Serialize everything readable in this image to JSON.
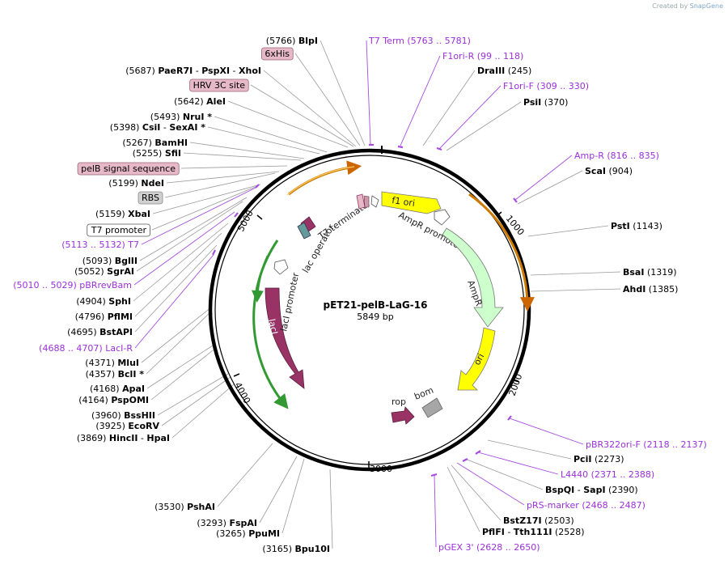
{
  "app": {
    "credit_prefix": "Created by",
    "credit_brand": "SnapGene"
  },
  "plasmid": {
    "name": "pET21-pelB-LaG-16",
    "length_label": "5849 bp",
    "length": 5849
  },
  "ruler_ticks": [
    "1000",
    "2000",
    "3000",
    "4000",
    "5000"
  ],
  "right_labels": [
    {
      "name": "T7 Term",
      "pos": "(5763 .. 5781)",
      "kind": "primer"
    },
    {
      "name": "F1ori-R",
      "pos": "(99 .. 118)",
      "kind": "primer"
    },
    {
      "name": "DraIII",
      "pos": "(245)",
      "kind": "site"
    },
    {
      "name": "F1ori-F",
      "pos": "(309 .. 330)",
      "kind": "primer"
    },
    {
      "name": "PsiI",
      "pos": "(370)",
      "kind": "site"
    },
    {
      "name": "Amp-R",
      "pos": "(816 .. 835)",
      "kind": "primer"
    },
    {
      "name": "ScaI",
      "pos": "(904)",
      "kind": "site"
    },
    {
      "name": "PstI",
      "pos": "(1143)",
      "kind": "site"
    },
    {
      "name": "BsaI",
      "pos": "(1319)",
      "kind": "site"
    },
    {
      "name": "AhdI",
      "pos": "(1385)",
      "kind": "site"
    },
    {
      "name": "pBR322ori-F",
      "pos": "(2118 .. 2137)",
      "kind": "primer"
    },
    {
      "name": "PciI",
      "pos": "(2273)",
      "kind": "site"
    },
    {
      "name": "L4440",
      "pos": "(2371 .. 2388)",
      "kind": "primer"
    },
    {
      "name": "BspQI - SapI",
      "pos": "(2390)",
      "kind": "site"
    },
    {
      "name": "pRS-marker",
      "pos": "(2468 .. 2487)",
      "kind": "primer"
    },
    {
      "name": "BstZ17I",
      "pos": "(2503)",
      "kind": "site"
    },
    {
      "name": "PflFI - Tth111I",
      "pos": "(2528)",
      "kind": "site"
    },
    {
      "name": "pGEX 3'",
      "pos": "(2628 .. 2650)",
      "kind": "primer"
    }
  ],
  "left_labels": [
    {
      "name": "BlpI",
      "pos": "(5766)",
      "kind": "site"
    },
    {
      "name": "6xHis",
      "pos": "",
      "kind": "feature-box"
    },
    {
      "name": "PaeR7I - PspXI - XhoI",
      "pos": "(5687)",
      "kind": "site"
    },
    {
      "name": "HRV 3C site",
      "pos": "",
      "kind": "feature-box"
    },
    {
      "name": "AleI",
      "pos": "(5642)",
      "kind": "site"
    },
    {
      "name": "NruI *",
      "pos": "(5493)",
      "kind": "site"
    },
    {
      "name": "CsiI - SexAI *",
      "pos": "(5398)",
      "kind": "site"
    },
    {
      "name": "BamHI",
      "pos": "(5267)",
      "kind": "site"
    },
    {
      "name": "SfiI",
      "pos": "(5255)",
      "kind": "site"
    },
    {
      "name": "pelB signal sequence",
      "pos": "",
      "kind": "feature-box"
    },
    {
      "name": "NdeI",
      "pos": "(5199)",
      "kind": "site"
    },
    {
      "name": "RBS",
      "pos": "",
      "kind": "feature-box-gray"
    },
    {
      "name": "XbaI",
      "pos": "(5159)",
      "kind": "site"
    },
    {
      "name": "T7 promoter",
      "pos": "",
      "kind": "feature-box-white"
    },
    {
      "name": "T7",
      "pos": "(5113 .. 5132)",
      "kind": "primer"
    },
    {
      "name": "BglII",
      "pos": "(5093)",
      "kind": "site"
    },
    {
      "name": "SgrAI",
      "pos": "(5052)",
      "kind": "site"
    },
    {
      "name": "pBRrevBam",
      "pos": "(5010 .. 5029)",
      "kind": "primer"
    },
    {
      "name": "SphI",
      "pos": "(4904)",
      "kind": "site"
    },
    {
      "name": "PflMI",
      "pos": "(4796)",
      "kind": "site"
    },
    {
      "name": "BstAPI",
      "pos": "(4695)",
      "kind": "site"
    },
    {
      "name": "LacI-R",
      "pos": "(4688 .. 4707)",
      "kind": "primer"
    },
    {
      "name": "MluI",
      "pos": "(4371)",
      "kind": "site"
    },
    {
      "name": "BclI *",
      "pos": "(4357)",
      "kind": "site"
    },
    {
      "name": "ApaI",
      "pos": "(4168)",
      "kind": "site"
    },
    {
      "name": "PspOMI",
      "pos": "(4164)",
      "kind": "site"
    },
    {
      "name": "BssHII",
      "pos": "(3960)",
      "kind": "site"
    },
    {
      "name": "EcoRV",
      "pos": "(3925)",
      "kind": "site"
    },
    {
      "name": "HincII - HpaI",
      "pos": "(3869)",
      "kind": "site"
    },
    {
      "name": "PshAI",
      "pos": "(3530)",
      "kind": "site"
    },
    {
      "name": "FspAI",
      "pos": "(3293)",
      "kind": "site"
    },
    {
      "name": "PpuMI",
      "pos": "(3265)",
      "kind": "site"
    },
    {
      "name": "Bpu10I",
      "pos": "(3165)",
      "kind": "site"
    }
  ],
  "features": {
    "f1_ori": "f1 ori",
    "ampr_promoter": "AmpR promoter",
    "ampr": "AmpR",
    "ori": "ori",
    "bom": "bom",
    "rop": "rop",
    "laci": "lacI",
    "laci_promoter": "lacI promoter",
    "lac_operator": "lac operator",
    "t7_terminator": "T7 terminator"
  },
  "colors": {
    "primer": "#9b30d9",
    "f1_ori": "#ffff00",
    "ampr": "#ccffcc",
    "ori": "#ffff00",
    "laci": "#993366",
    "rop": "#993366",
    "bom": "#a6a6a6",
    "orf_track": "#ff9900",
    "promoter_track": "#33cc33",
    "feature_pink": "#e6b8c8"
  }
}
